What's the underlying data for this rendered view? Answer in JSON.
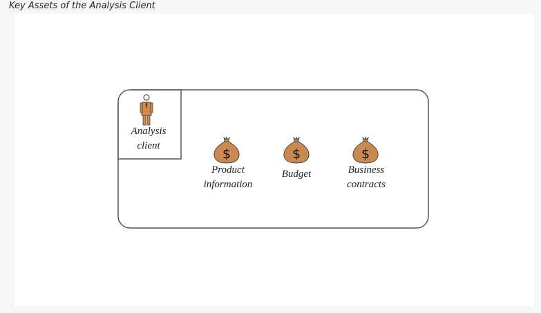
{
  "caption": "Key Assets of the Analysis Client",
  "diagram": {
    "actor": {
      "label_line1": "Analysis",
      "label_line2": "client",
      "icon": "businessman-icon"
    },
    "assets": [
      {
        "line1": "Product",
        "line2": "information",
        "icon": "money-bag-icon",
        "symbol": "$"
      },
      {
        "line1": "Budget",
        "line2": "",
        "icon": "money-bag-icon",
        "symbol": "$"
      },
      {
        "line1": "Business",
        "line2": "contracts",
        "icon": "money-bag-icon",
        "symbol": "$"
      }
    ],
    "colors": {
      "suit": "#d28a46",
      "bag": "#c98a52",
      "outline": "#555555"
    }
  }
}
